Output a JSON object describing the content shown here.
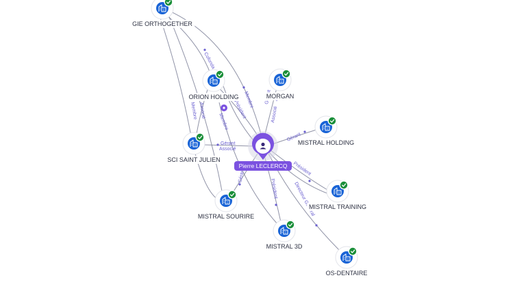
{
  "person": {
    "name": "Pierre LECLERCQ",
    "icon": "person-icon"
  },
  "companies": [
    {
      "id": "gie",
      "name": "GIE ORTHOGETHER",
      "icon": "building-icon"
    },
    {
      "id": "orion",
      "name": "ORION HOLDING",
      "icon": "building-icon"
    },
    {
      "id": "morgan",
      "name": "MORGAN",
      "icon": "building-icon"
    },
    {
      "id": "mholding",
      "name": "MISTRAL HOLDING",
      "icon": "building-icon"
    },
    {
      "id": "sci",
      "name": "SCI SAINT JULIEN",
      "icon": "building-icon"
    },
    {
      "id": "mtraining",
      "name": "MISTRAL TRAINING",
      "icon": "building-icon"
    },
    {
      "id": "msourire",
      "name": "MISTRAL SOURIRE",
      "icon": "building-icon"
    },
    {
      "id": "m3d",
      "name": "MISTRAL 3D",
      "icon": "building-icon"
    },
    {
      "id": "osdentaire",
      "name": "OS-DENTAIRE",
      "icon": "building-icon"
    }
  ],
  "edge_labels": {
    "cofondateur": "Cofonda",
    "membre_gie": "Membre",
    "membre_orion": "Membre",
    "associe_orion": "Associé",
    "president_orion": "Président",
    "gerant_morgan": "Gérant",
    "associe_morgan": "Associé",
    "gerant_mholding": "Gérant",
    "gerant_sci": "Gérant",
    "associe_sci": "Associé",
    "membre_sci": "Membre",
    "president_mtraining": "Président",
    "directeur_general": "Directeur Général",
    "president_m3d": "Président",
    "gerant_msourire": "Gérant"
  },
  "colors": {
    "node": "#1863d6",
    "verified_badge": "#1b8f3a",
    "person": "#7b52e0",
    "edge": "#7b7f96",
    "edge_label": "#6a5fd0"
  }
}
